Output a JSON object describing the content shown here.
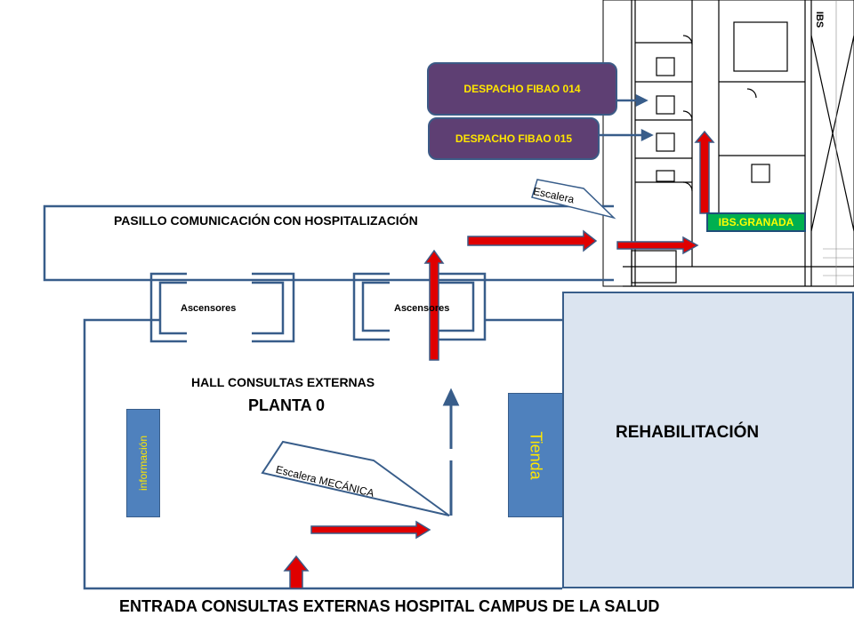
{
  "corridor": {
    "label": "PASILLO COMUNICACIÓN CON HOSPITALIZACIÓN"
  },
  "elevators": [
    {
      "label": "Ascensores"
    },
    {
      "label": "Ascensores"
    }
  ],
  "hall": {
    "title": "HALL CONSULTAS EXTERNAS",
    "floor": "PLANTA 0"
  },
  "info_desk": {
    "label": "información"
  },
  "escalator_mech": {
    "label": "Escalera MECÁNICA"
  },
  "stair_top": {
    "label": "Escalera"
  },
  "shop": {
    "label": "Tienda"
  },
  "rehab": {
    "label": "REHABILITACIÓN"
  },
  "entrance": {
    "label": "ENTRADA CONSULTAS EXTERNAS HOSPITAL CAMPUS DE LA SALUD"
  },
  "offices": [
    {
      "label": "DESPACHO FIBAO 014"
    },
    {
      "label": "DESPACHO FIBAO 015"
    }
  ],
  "ibs": {
    "label": "IBS.GRANADA"
  },
  "blueprint_tag": {
    "label": "IBS"
  },
  "colors": {
    "arrow_red": "#e00000",
    "arrow_outline": "#3c5a86",
    "line_blue": "#385d8a",
    "office_fill": "#5e3f73",
    "office_text": "#ffe600",
    "ibs_fill": "#00b050",
    "ibs_text": "#ffff00",
    "rehab_fill": "#dbe4f0",
    "shop_fill": "#4f81bd"
  }
}
